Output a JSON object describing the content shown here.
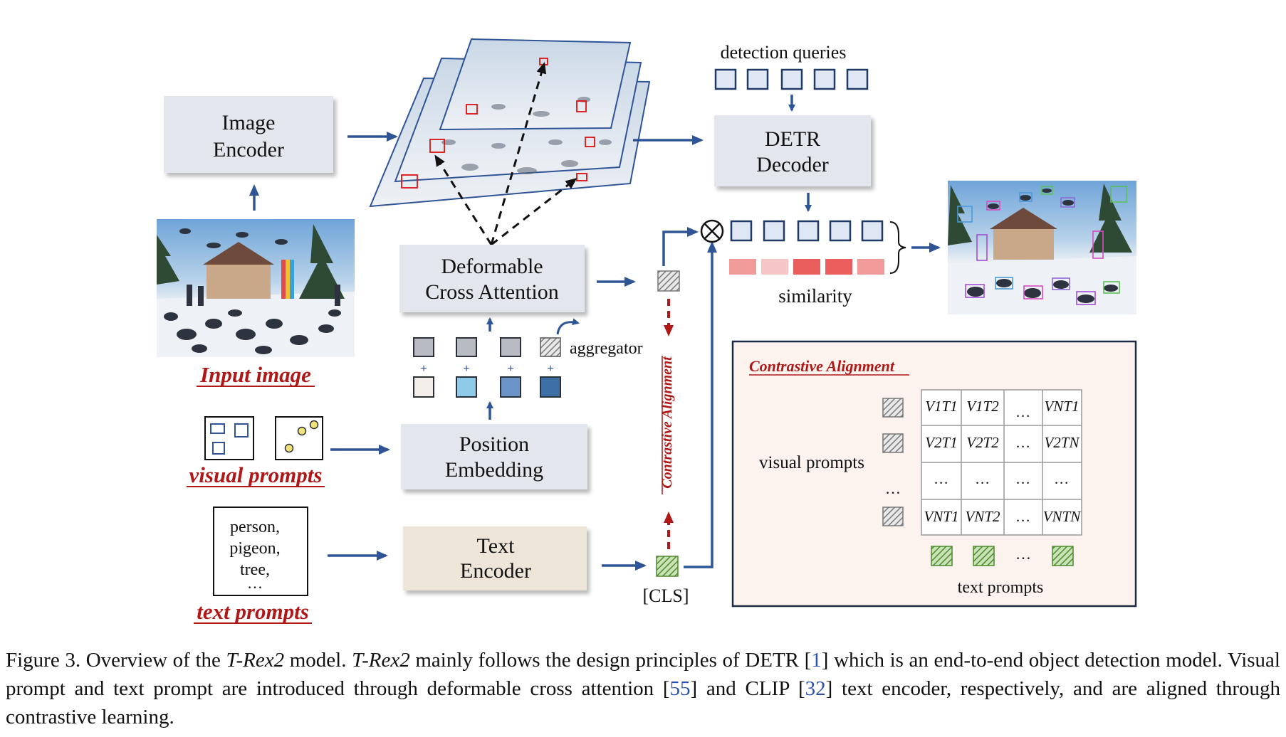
{
  "figure": {
    "image_encoder": [
      "Image",
      "Encoder"
    ],
    "input_image_label": "Input image",
    "visual_prompts_label": "visual prompts",
    "text_prompts_label": "text prompts",
    "text_prompt_words": [
      "person,",
      "pigeon,",
      "tree,",
      "…"
    ],
    "deformable_attention": [
      "Deformable",
      "Cross Attention"
    ],
    "aggregator_label": "aggregator",
    "position_embedding": [
      "Position",
      "Embedding"
    ],
    "text_encoder": [
      "Text",
      "Encoder"
    ],
    "cls_label": "[CLS]",
    "contrastive_alignment_vertical": "Contrastive Alignment",
    "detection_queries_label": "detection queries",
    "detr_decoder": [
      "DETR",
      "Decoder"
    ],
    "similarity_label": "similarity",
    "similarity_colors": [
      "#f09a9a",
      "#f6c6c6",
      "#ea5d5d",
      "#ec5e5e",
      "#f09a9a"
    ],
    "position_colors": [
      "#f3eee9",
      "#8fcbe9",
      "#6d94c8",
      "#3e6fa6"
    ],
    "colors": {
      "arrow": "#2f5597",
      "red": "#b01818",
      "box_gray": "#e3e7ed",
      "box_beige": "#ede5d8",
      "panel_bg": "#fcf3ef"
    }
  },
  "panel": {
    "title": "Contrastive Alignment",
    "visual_prompts_label": "visual prompts",
    "text_prompts_label": "text prompts",
    "left_dots": "…",
    "bottom_dots": "…",
    "matrix": [
      [
        "V1T1",
        "V1T2",
        "…",
        "VNT1"
      ],
      [
        "V2T1",
        "V2T2",
        "…",
        "V2TN"
      ],
      [
        "…",
        "…",
        "…",
        "…"
      ],
      [
        "VNT1",
        "VNT2",
        "…",
        "VNTN"
      ]
    ]
  },
  "caption": {
    "prefix": "Figure 3. Overview of the ",
    "model1": "T-Rex2",
    "part1": " model. ",
    "model2": "T-Rex2",
    "part2": " mainly follows the design principles of DETR [",
    "ref1": "1",
    "part3": "] which is an end-to-end object detection model. Visual prompt and text prompt are introduced through deformable cross attention [",
    "ref2": "55",
    "part4": "] and CLIP [",
    "ref3": "32",
    "part5": "] text encoder, respectively, and are aligned through contrastive learning."
  }
}
